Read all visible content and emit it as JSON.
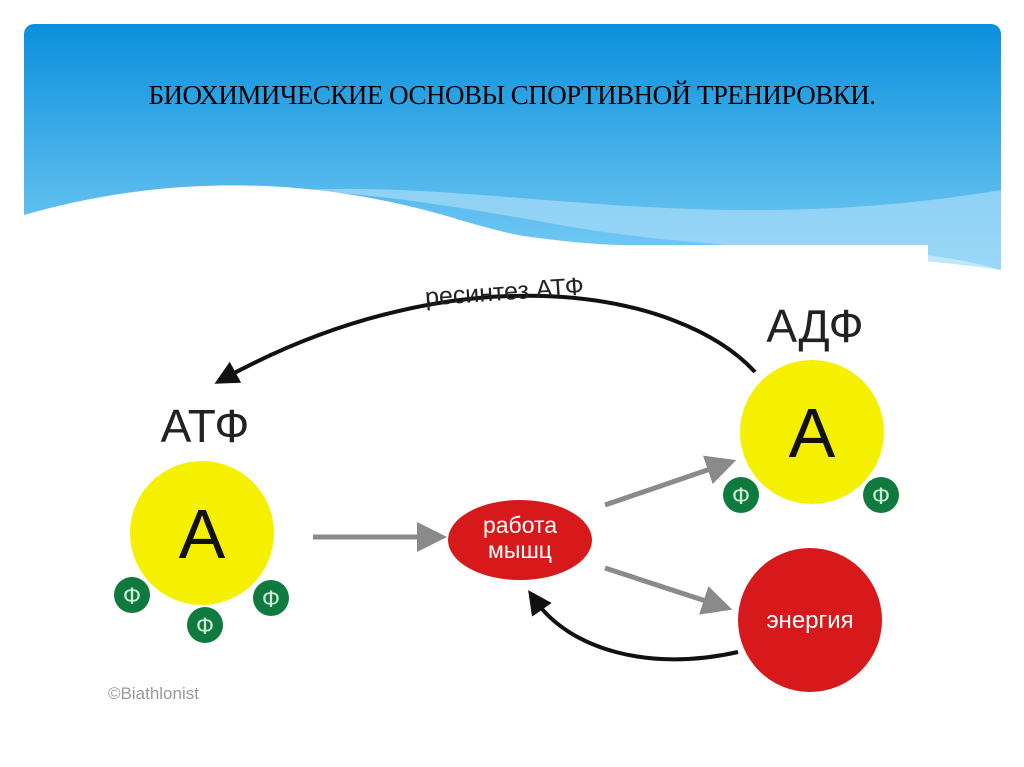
{
  "slide": {
    "title": "БИОХИМИЧЕСКИЕ  ОСНОВЫ  СПОРТИВНОЙ  ТРЕНИРОВКИ."
  },
  "diagram": {
    "resynthesis_label": "ресинтез АТФ",
    "atp": {
      "label": "АТФ",
      "core": "А",
      "phosphates": [
        "Ф",
        "Ф",
        "Ф"
      ]
    },
    "adp": {
      "label": "АДФ",
      "core": "А",
      "phosphates": [
        "Ф",
        "Ф"
      ]
    },
    "work": {
      "line1": "работа",
      "line2": "мышц"
    },
    "energy": "энергия",
    "credit": "©Biathlonist"
  },
  "colors": {
    "header_top": "#0a90dc",
    "header_bottom": "#6cc4f2",
    "yellow": "#f5f000",
    "green": "#0e7a3e",
    "red": "#d7191b",
    "gray_arrow": "#8a8a8a"
  }
}
